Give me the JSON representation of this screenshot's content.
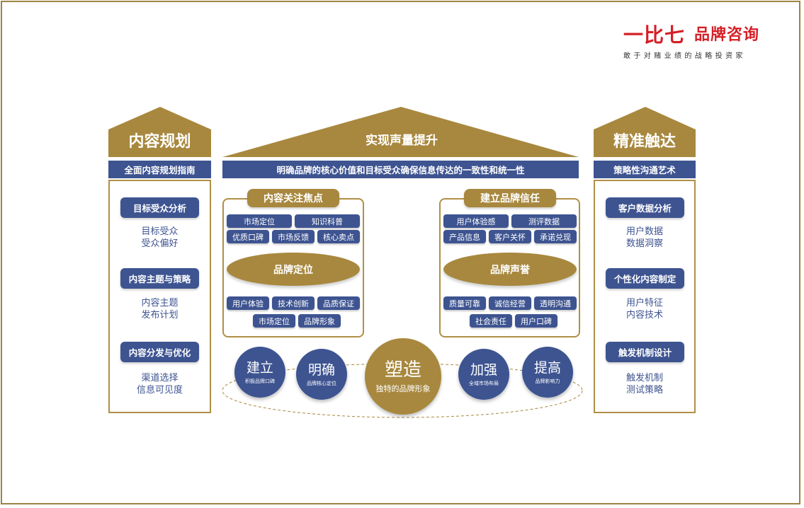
{
  "brand": {
    "logo_prefix": "一比七",
    "logo_name": "品牌咨询",
    "tagline": "敢于对赌业绩的战略投资家",
    "red": "#d51f26"
  },
  "colors": {
    "gold": "#a8883e",
    "navy": "#3e5491",
    "border": "#b08f45"
  },
  "left": {
    "title": "内容规划",
    "bar": "全面内容规划指南",
    "items": [
      {
        "label": "目标受众分析",
        "lines": [
          "目标受众",
          "受众偏好"
        ]
      },
      {
        "label": "内容主题与策略",
        "lines": [
          "内容主题",
          "发布计划"
        ]
      },
      {
        "label": "内容分发与优化",
        "lines": [
          "渠道选择",
          "信息可见度"
        ]
      }
    ]
  },
  "right": {
    "title": "精准触达",
    "bar": "策略性沟通艺术",
    "items": [
      {
        "label": "客户数据分析",
        "lines": [
          "用户数据",
          "数据洞察"
        ]
      },
      {
        "label": "个性化内容制定",
        "lines": [
          "用户特征",
          "内容技术"
        ]
      },
      {
        "label": "触发机制设计",
        "lines": [
          "触发机制",
          "测试策略"
        ]
      }
    ]
  },
  "center": {
    "title": "实现声量提升",
    "bar": "明确品牌的核心价值和目标受众确保信息传达的一致性和统一性"
  },
  "panel_left": {
    "title": "内容关注焦点",
    "row1": [
      "市场定位",
      "知识科普"
    ],
    "row2": [
      "优质口碑",
      "市场反馈",
      "核心卖点"
    ],
    "core": "品牌定位",
    "row3": [
      "用户体验",
      "技术创新",
      "品质保证"
    ],
    "row4": [
      "市场定位",
      "品牌形象"
    ]
  },
  "panel_right": {
    "title": "建立品牌信任",
    "row1": [
      "用户体验感",
      "测评数据"
    ],
    "row2": [
      "产品信息",
      "客户关怀",
      "承诺兑现"
    ],
    "core": "品牌声誉",
    "row3": [
      "质量可靠",
      "诚信经营",
      "透明沟通"
    ],
    "row4": [
      "社会责任",
      "用户口碑"
    ]
  },
  "circles": [
    {
      "big": "建立",
      "small": "积极品牌口碑"
    },
    {
      "big": "明确",
      "small": "品牌核心定位"
    },
    {
      "big": "塑造",
      "small": "独特的品牌形象"
    },
    {
      "big": "加强",
      "small": "全域市场布局"
    },
    {
      "big": "提高",
      "small": "品牌影响力"
    }
  ]
}
